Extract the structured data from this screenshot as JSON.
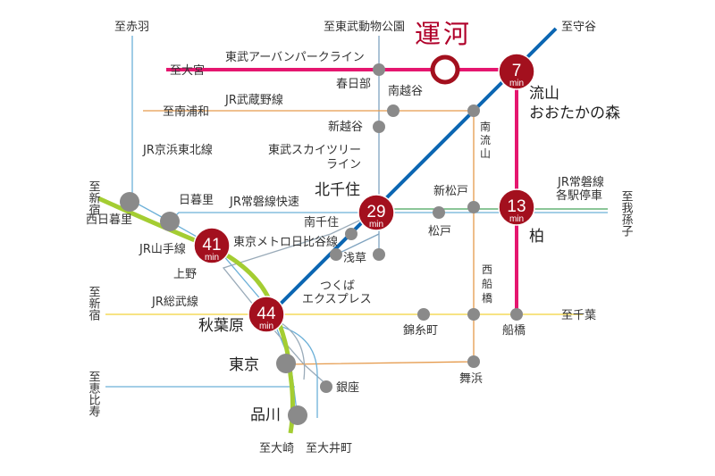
{
  "title": "運河",
  "colors": {
    "highlight": "#e5166f",
    "badge": "#a3101e",
    "express": "#0b66b2",
    "yamanote": "#a4cd32",
    "station": "#8a8a8a",
    "sobu": "#f2d23a",
    "orange": "#e59a4c",
    "blue": "#6cb0d8",
    "green": "#46a35b"
  },
  "badges": [
    {
      "num": "7",
      "unit": "min"
    },
    {
      "num": "13",
      "unit": "min"
    },
    {
      "num": "29",
      "unit": "min"
    },
    {
      "num": "41",
      "unit": "min"
    },
    {
      "num": "44",
      "unit": "min"
    }
  ],
  "directions": {
    "akabane": "至赤羽",
    "zoo": "至東武動物公園",
    "moriya": "至守谷",
    "omiya": "至大宮",
    "minamiurawa": "至南浦和",
    "shinjuku1": "至新宿",
    "abiko": "至我孫子",
    "shinjuku2": "至新宿",
    "chiba": "至千葉",
    "ebisu": "至恵比寿",
    "osaki": "至大崎",
    "oimachi": "至大井町"
  },
  "lines": {
    "urban_park": "東武アーバンパークライン",
    "musashino": "JR武蔵野線",
    "keihin": "JR京浜東北線",
    "skytree": [
      "東武スカイツリー",
      "ライン"
    ],
    "joban_rapid": "JR常磐線快速",
    "joban_local": [
      "JR常磐線",
      "各駅停車"
    ],
    "hibiya": "東京メトロ日比谷線",
    "yamanote": "JR山手線",
    "tsukuba": [
      "つくば",
      "エクスプレス"
    ],
    "sobu": "JR総武線"
  },
  "stations": {
    "kasukabe": "春日部",
    "minamikoshigaya": "南越谷",
    "shinkoshigaya": "新越谷",
    "nagareyama": [
      "流山",
      "おおたかの森"
    ],
    "minaminagareyama": [
      "南",
      "流",
      "山"
    ],
    "kitasenju": "北千住",
    "shinmatsudo": "新松戸",
    "kashiwa": "柏",
    "nippori": "日暮里",
    "nishinippori": "西日暮里",
    "minamisenju": "南千住",
    "matsudo": "松戸",
    "ueno": "上野",
    "asakusa": "浅草",
    "nishifunabashi": [
      "西",
      "船",
      "橋"
    ],
    "akihabara": "秋葉原",
    "kinshicho": "錦糸町",
    "funabashi": "船橋",
    "tokyo": "東京",
    "maihama": "舞浜",
    "ginza": "銀座",
    "shinagawa": "品川"
  }
}
